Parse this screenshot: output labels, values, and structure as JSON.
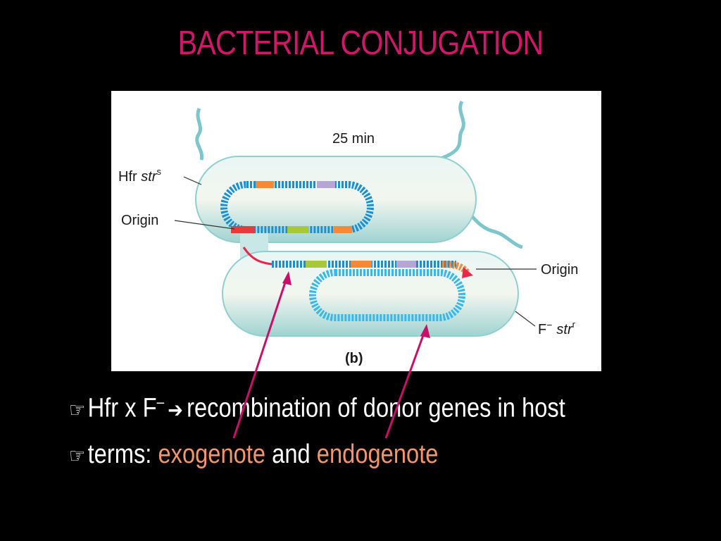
{
  "slide": {
    "title": "BACTERIAL CONJUGATION",
    "title_color": "#d0176a"
  },
  "figure": {
    "time_label": "25 min",
    "hfr_label_prefix": "Hfr ",
    "hfr_label_gene": "str",
    "hfr_label_sup": "s",
    "origin_label_top": "Origin",
    "origin_label_right": "Origin",
    "recipient_label_prefix": "F",
    "recipient_label_dash": "−",
    "recipient_label_gene": "str",
    "recipient_label_sup": "r",
    "panel_label": "(b)"
  },
  "bullets": [
    {
      "icon": "pointing-hand-icon",
      "part1": "Hfr x F",
      "sup": "–",
      "arrow": "➔",
      "part2": "recombination of donor genes in host"
    },
    {
      "icon": "pointing-hand-icon",
      "prefix": "terms: ",
      "term1": "exogenote",
      "middle": " and ",
      "term2": "endogenote"
    }
  ],
  "colors": {
    "highlight": "#f4956a",
    "pointer_arrows": "#c8106a",
    "dna_blue": "#1b8fd0",
    "cell_fill": "#c7e8e6"
  }
}
